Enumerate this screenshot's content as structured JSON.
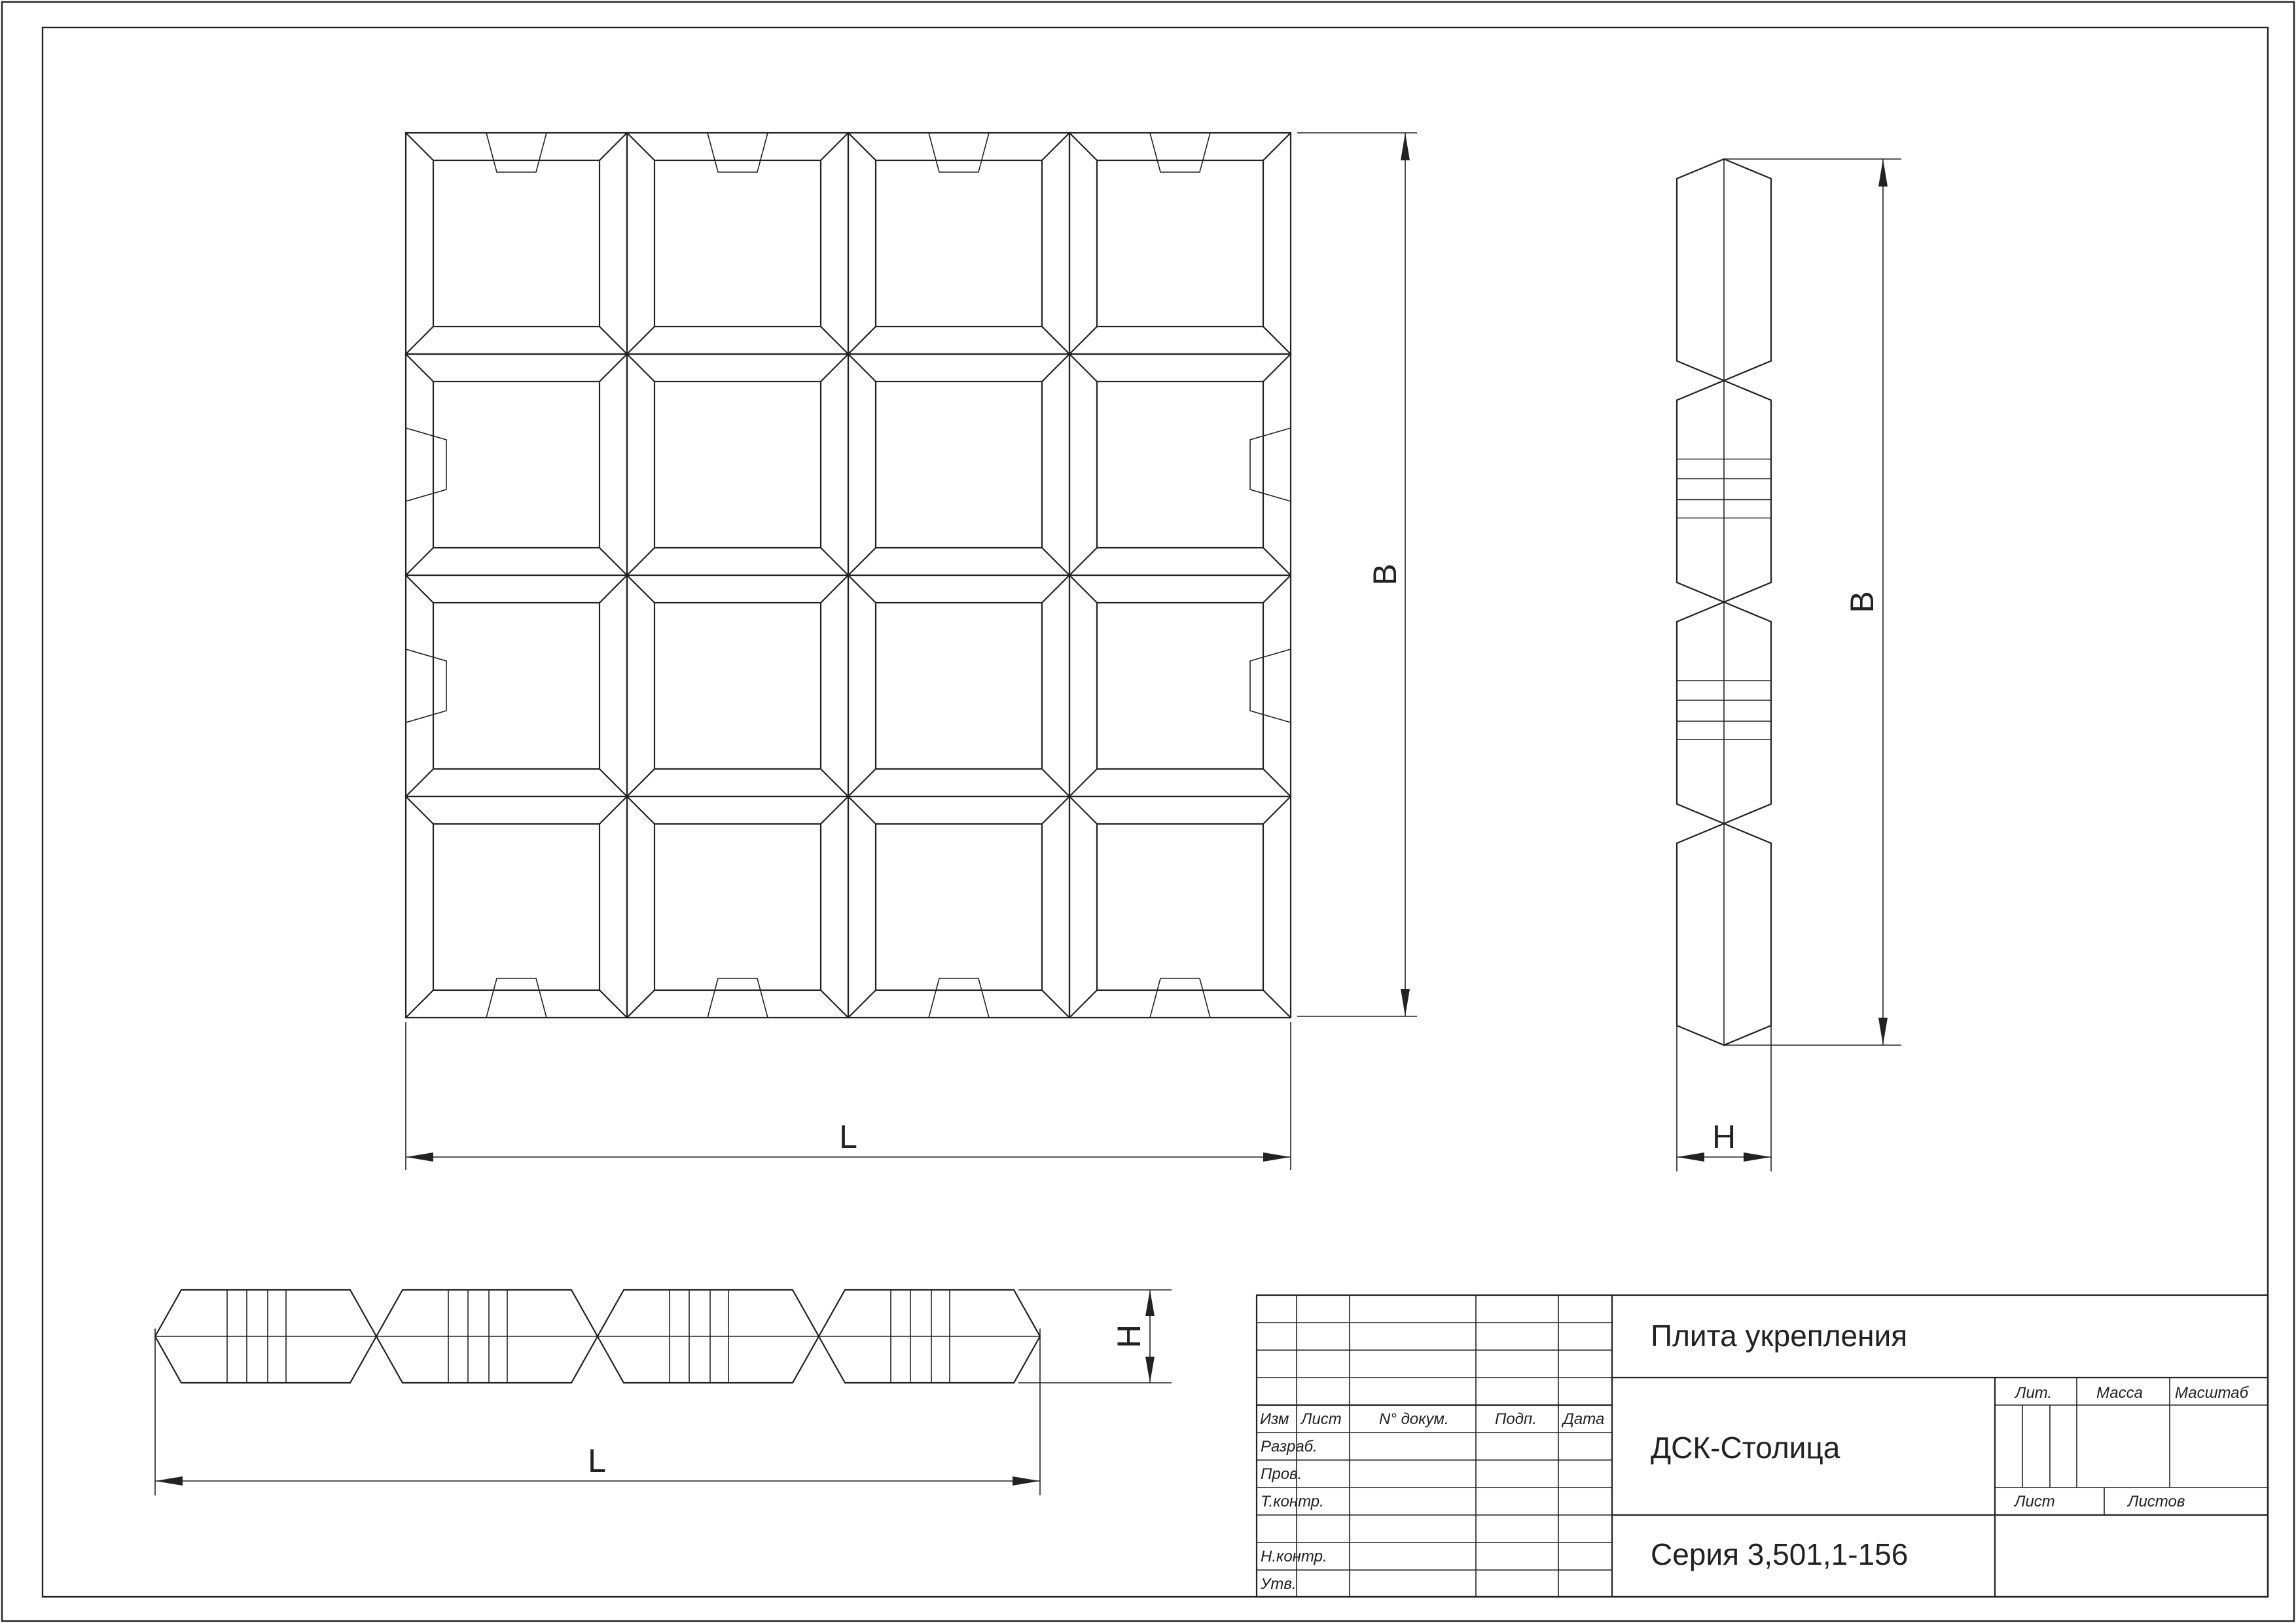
{
  "dimensions": {
    "plan_length": "L",
    "plan_width": "B",
    "side_width": "B",
    "side_height": "H",
    "bottom_length": "L",
    "bottom_height": "H"
  },
  "title_block": {
    "name": "Плита укрепления",
    "organization": "ДСК-Столица",
    "series": "Серия 3,501,1-156",
    "col_headers": {
      "izm": "Изм",
      "list": "Лист",
      "doc": "N° докум.",
      "sign": "Подп.",
      "date": "Дата"
    },
    "rows": {
      "razrab": "Разраб.",
      "prov": "Пров.",
      "tkontr": "Т.контр.",
      "nkontr": "Н.контр.",
      "utv": "Утв."
    },
    "info": {
      "lit": "Лит.",
      "massa": "Масса",
      "masshtab": "Масштаб",
      "list": "Лист",
      "listov": "Листов"
    }
  }
}
